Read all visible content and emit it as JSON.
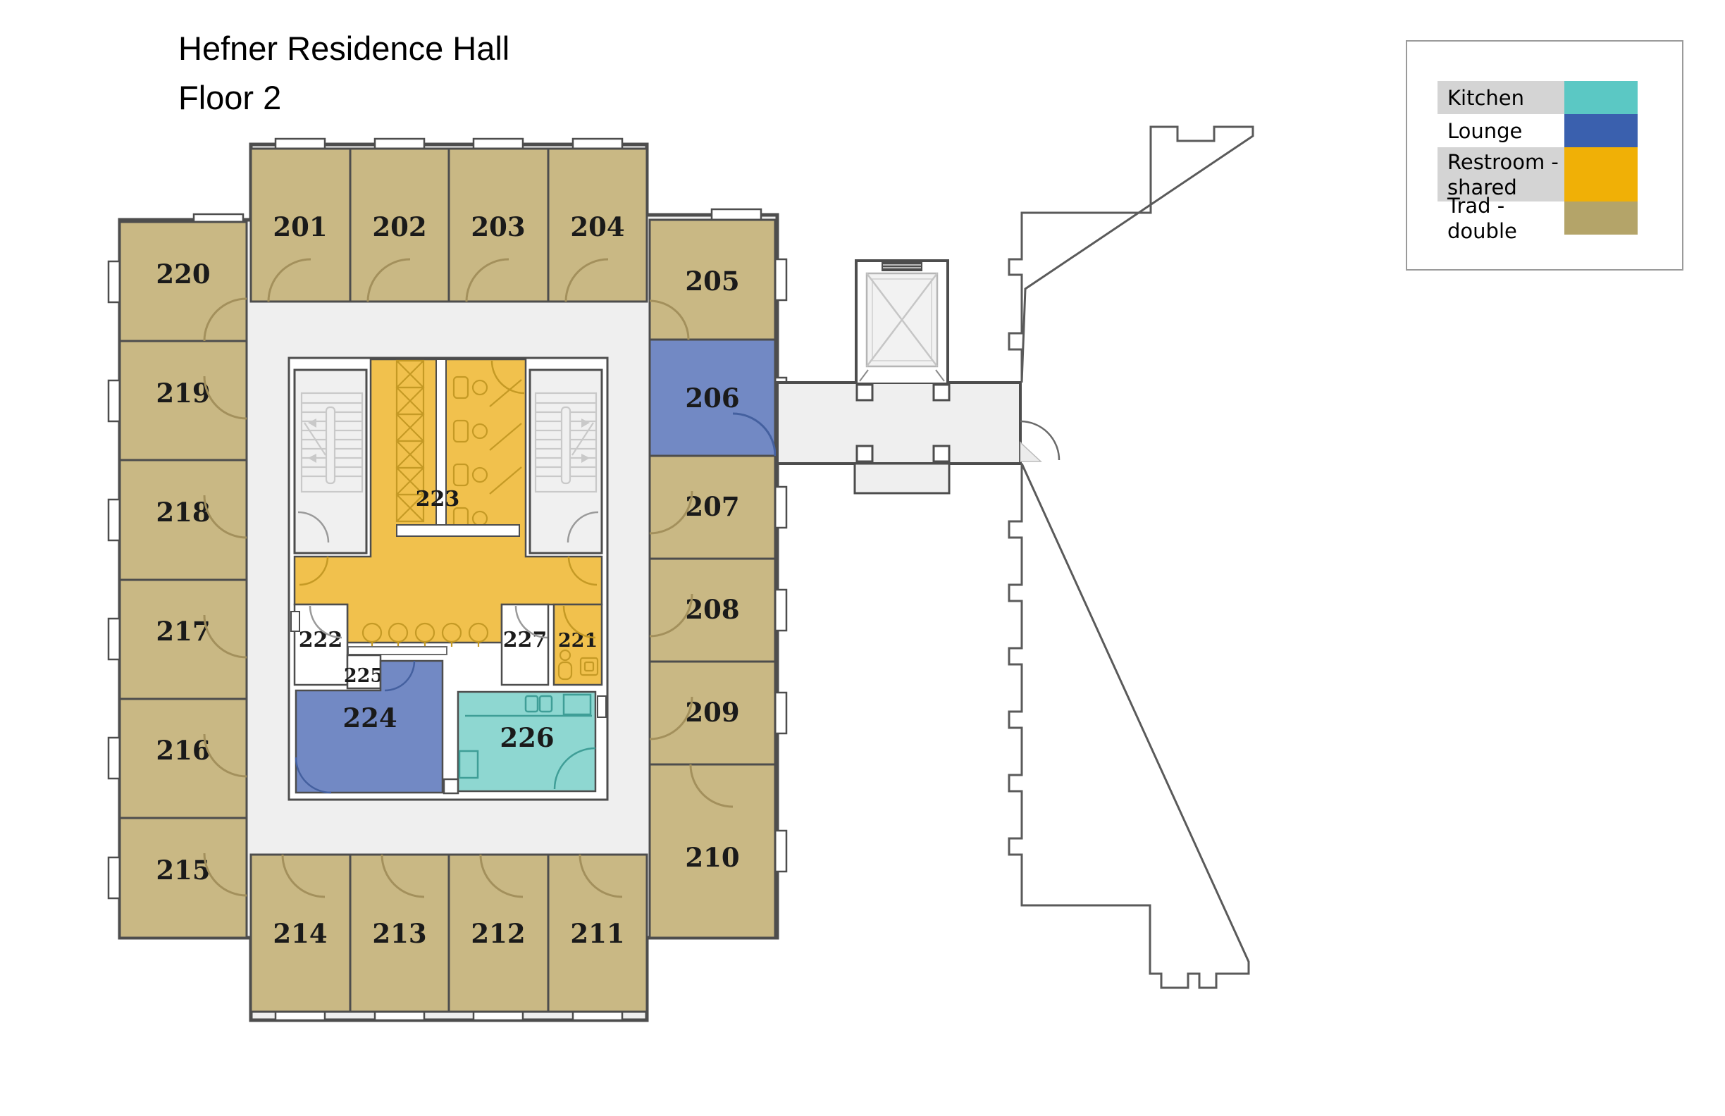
{
  "title": {
    "line1": "Hefner Residence Hall",
    "line2": "Floor 2"
  },
  "legend": {
    "items": [
      {
        "lines": [
          "Kitchen"
        ],
        "color": "#5bc8c4",
        "row_bg": "#d4d4d4"
      },
      {
        "lines": [
          "Lounge"
        ],
        "color": "#3a60ae",
        "row_bg": "#ffffff"
      },
      {
        "lines": [
          "Restroom -",
          "shared"
        ],
        "color": "#f0b006",
        "row_bg": "#d4d4d4"
      },
      {
        "lines": [
          "Trad - double"
        ],
        "color": "#b4a469",
        "row_bg": "#ffffff"
      }
    ]
  },
  "colors": {
    "trad": "#c9b884",
    "lounge": "#7289c4",
    "kitchen": "#8ed7d1",
    "restroom": "#f1c14d",
    "corridor": "#efefef",
    "stairwell": "#f0f0f0",
    "white_room": "#ffffff"
  },
  "rooms": {
    "201": {
      "label": "201",
      "type": "Trad - double"
    },
    "202": {
      "label": "202",
      "type": "Trad - double"
    },
    "203": {
      "label": "203",
      "type": "Trad - double"
    },
    "204": {
      "label": "204",
      "type": "Trad - double"
    },
    "205": {
      "label": "205",
      "type": "Trad - double"
    },
    "206": {
      "label": "206",
      "type": "Lounge"
    },
    "207": {
      "label": "207",
      "type": "Trad - double"
    },
    "208": {
      "label": "208",
      "type": "Trad - double"
    },
    "209": {
      "label": "209",
      "type": "Trad - double"
    },
    "210": {
      "label": "210",
      "type": "Trad - double"
    },
    "211": {
      "label": "211",
      "type": "Trad - double"
    },
    "212": {
      "label": "212",
      "type": "Trad - double"
    },
    "213": {
      "label": "213",
      "type": "Trad - double"
    },
    "214": {
      "label": "214",
      "type": "Trad - double"
    },
    "215": {
      "label": "215",
      "type": "Trad - double"
    },
    "216": {
      "label": "216",
      "type": "Trad - double"
    },
    "217": {
      "label": "217",
      "type": "Trad - double"
    },
    "218": {
      "label": "218",
      "type": "Trad - double"
    },
    "219": {
      "label": "219",
      "type": "Trad - double"
    },
    "220": {
      "label": "220",
      "type": "Trad - double"
    },
    "221": {
      "label": "221",
      "type": "Restroom - shared"
    },
    "222": {
      "label": "222",
      "type": ""
    },
    "223": {
      "label": "223",
      "type": "Restroom - shared"
    },
    "224": {
      "label": "224",
      "type": "Lounge"
    },
    "225": {
      "label": "225",
      "type": ""
    },
    "226": {
      "label": "226",
      "type": "Kitchen"
    },
    "227": {
      "label": "227",
      "type": ""
    }
  }
}
